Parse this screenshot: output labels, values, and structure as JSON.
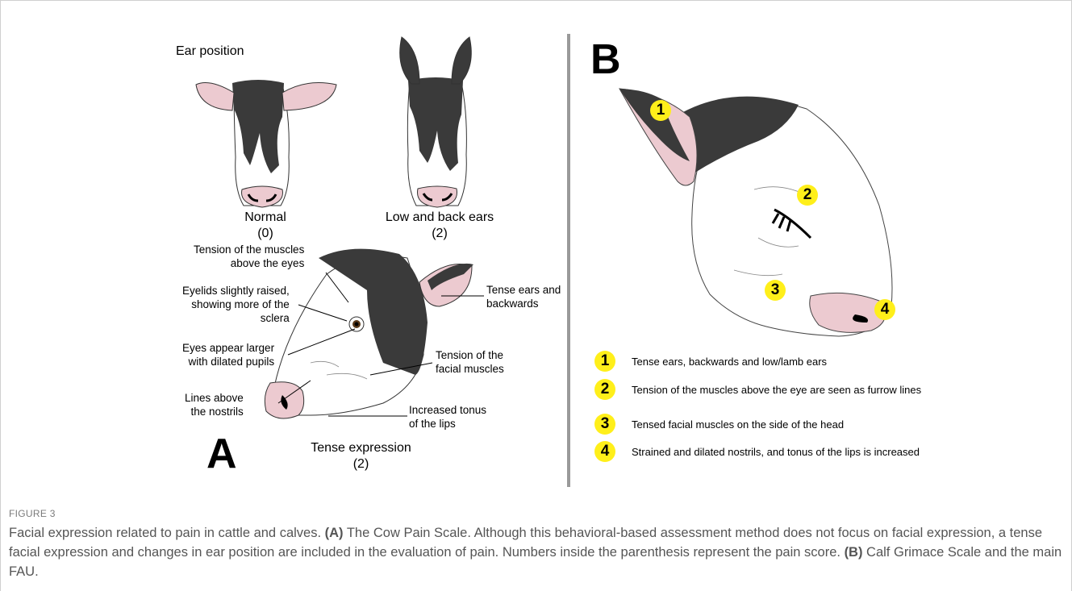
{
  "panel_a": {
    "letter": "A",
    "ear_position_title": "Ear position",
    "normal_caption": "Normal",
    "normal_score": "(0)",
    "low_back_caption": "Low and back ears",
    "low_back_score": "(2)",
    "tense_caption": "Tense expression",
    "tense_score": "(2)",
    "annotations": {
      "tension_above_eyes": "Tension of the muscles\nabove the eyes",
      "eyelids_raised": "Eyelids slightly raised,\nshowing more of the\nsclera",
      "eyes_larger": "Eyes appear larger\nwith dilated pupils",
      "lines_above_nostrils": "Lines above\nthe nostrils",
      "tense_ears": "Tense ears and\nbackwards",
      "tension_facial": "Tension of the\nfacial muscles",
      "increased_tonus": "Increased tonus\nof the lips"
    }
  },
  "panel_b": {
    "letter": "B",
    "legend": [
      {
        "num": "1",
        "text": "Tense ears, backwards and low/lamb ears"
      },
      {
        "num": "2",
        "text": "Tension of the muscles above the eye are seen as furrow lines"
      },
      {
        "num": "3",
        "text": "Tensed facial muscles on the side of the head"
      },
      {
        "num": "4",
        "text": "Strained and dilated nostrils, and tonus of the lips is increased"
      }
    ]
  },
  "figure": {
    "label": "FIGURE 3",
    "caption_intro": "Facial expression related to pain in cattle and calves. ",
    "caption_a_tag": "(A)",
    "caption_a_text": " The Cow Pain Scale. Although this behavioral-based assessment method does not focus on facial expression, a tense facial expression and changes in ear position are included in the evaluation of pain. Numbers inside the parenthesis represent the pain score. ",
    "caption_b_tag": "(B)",
    "caption_b_text": " Calf Grimace Scale and the main FAU."
  },
  "colors": {
    "black_patch": "#3a3a3a",
    "pink": "#eccad0",
    "badge_yellow": "#ffef1a",
    "divider": "#9a9a9a"
  }
}
